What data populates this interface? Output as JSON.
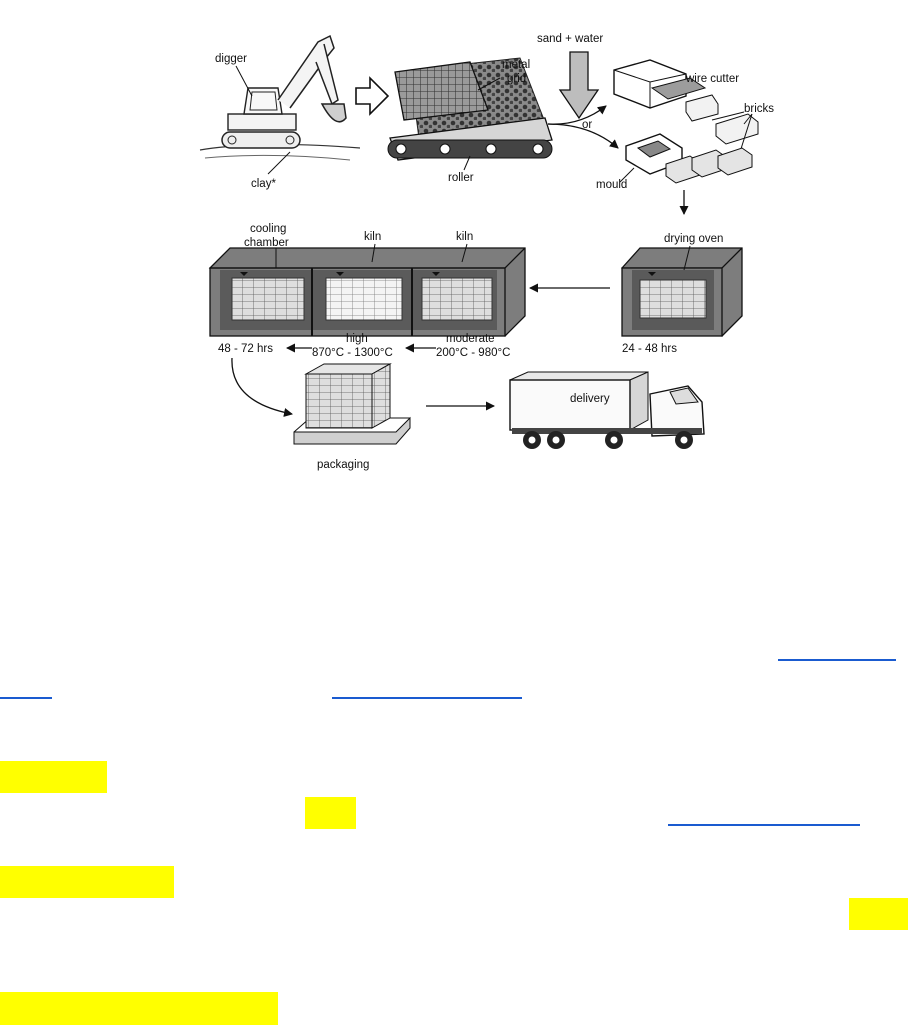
{
  "diagram": {
    "labels": {
      "digger": "digger",
      "clay": "clay*",
      "metal_grid": "metal\ngrid",
      "roller": "roller",
      "sand_water": "sand + water",
      "or": "or",
      "wire_cutter": "wire cutter",
      "bricks": "bricks",
      "mould": "mould",
      "drying_oven": "drying oven",
      "drying_time": "24 - 48 hrs",
      "cooling_chamber": "cooling\nchamber",
      "kiln_high": "kiln",
      "kiln_moderate": "kiln",
      "cooling_time": "48 - 72 hrs",
      "high_label": "high",
      "high_temp": "870°C - 1300°C",
      "moderate_label": "moderate",
      "moderate_temp": "200°C - 980°C",
      "packaging": "packaging",
      "delivery": "delivery"
    }
  },
  "colors": {
    "highlight": "#ffff00",
    "link_underline": "#1a5bd0"
  }
}
